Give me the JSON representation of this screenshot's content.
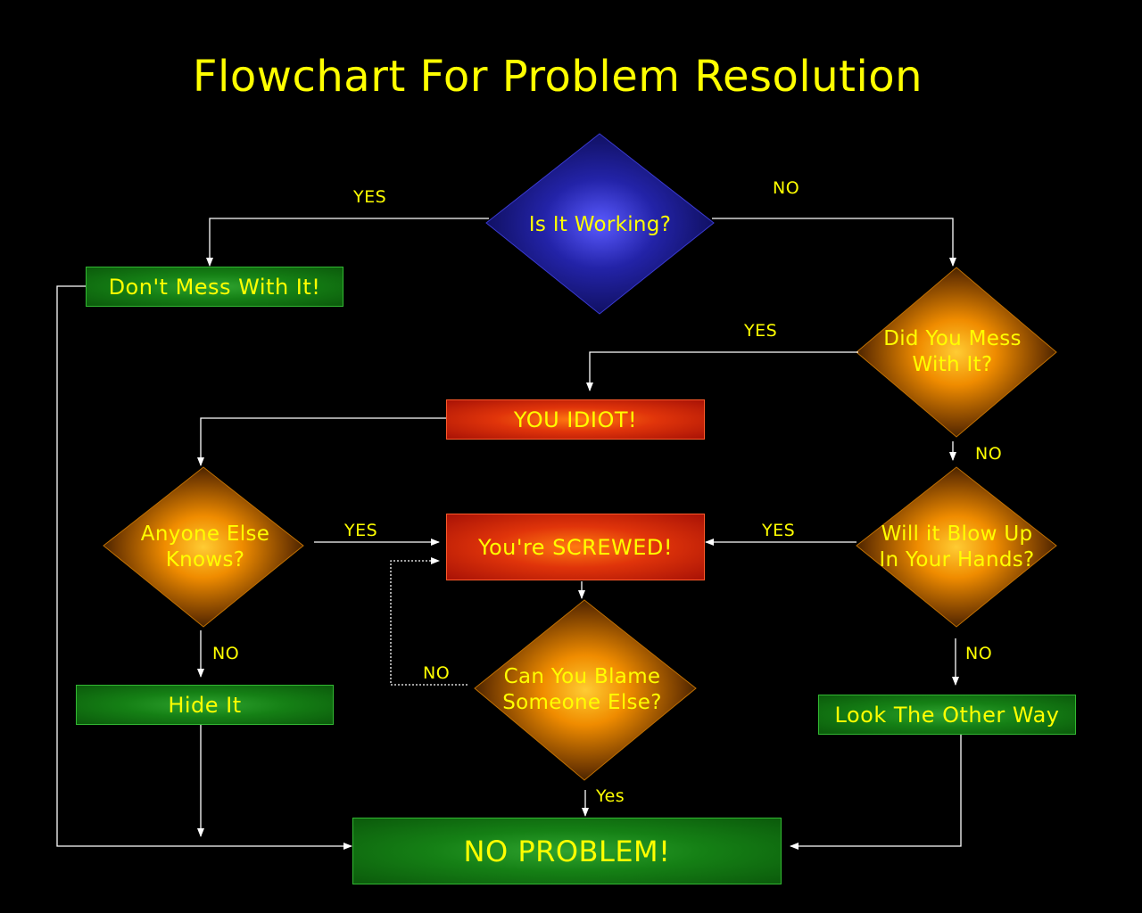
{
  "title": "Flowchart For Problem Resolution",
  "decisions": {
    "is_it_working": "Is It Working?",
    "did_you_mess": "Did You Mess\nWith It?",
    "blow_up": "Will it Blow Up\nIn Your Hands?",
    "anyone_else": "Anyone Else\nKnows?",
    "blame": "Can You Blame\nSomeone Else?"
  },
  "boxes": {
    "dont_mess": "Don't Mess With It!",
    "you_idiot": "YOU IDIOT!",
    "screwed": "You're SCREWED!",
    "hide_it": "Hide It",
    "look_other_way": "Look The Other Way",
    "no_problem": "NO PROBLEM!"
  },
  "edge_labels": {
    "working_yes": "YES",
    "working_no": "NO",
    "mess_yes": "YES",
    "mess_no": "NO",
    "blow_yes": "YES",
    "blow_no": "NO",
    "anyone_yes": "YES",
    "anyone_no": "NO",
    "blame_no": "NO",
    "blame_yes": "Yes"
  },
  "colors": {
    "background": "#000000",
    "text": "#ffff00",
    "lines": "#ffffff",
    "diamond_blue": "#2323a8",
    "diamond_orange": "#f08c00",
    "box_green": "#158015",
    "box_red": "#e0340a"
  }
}
